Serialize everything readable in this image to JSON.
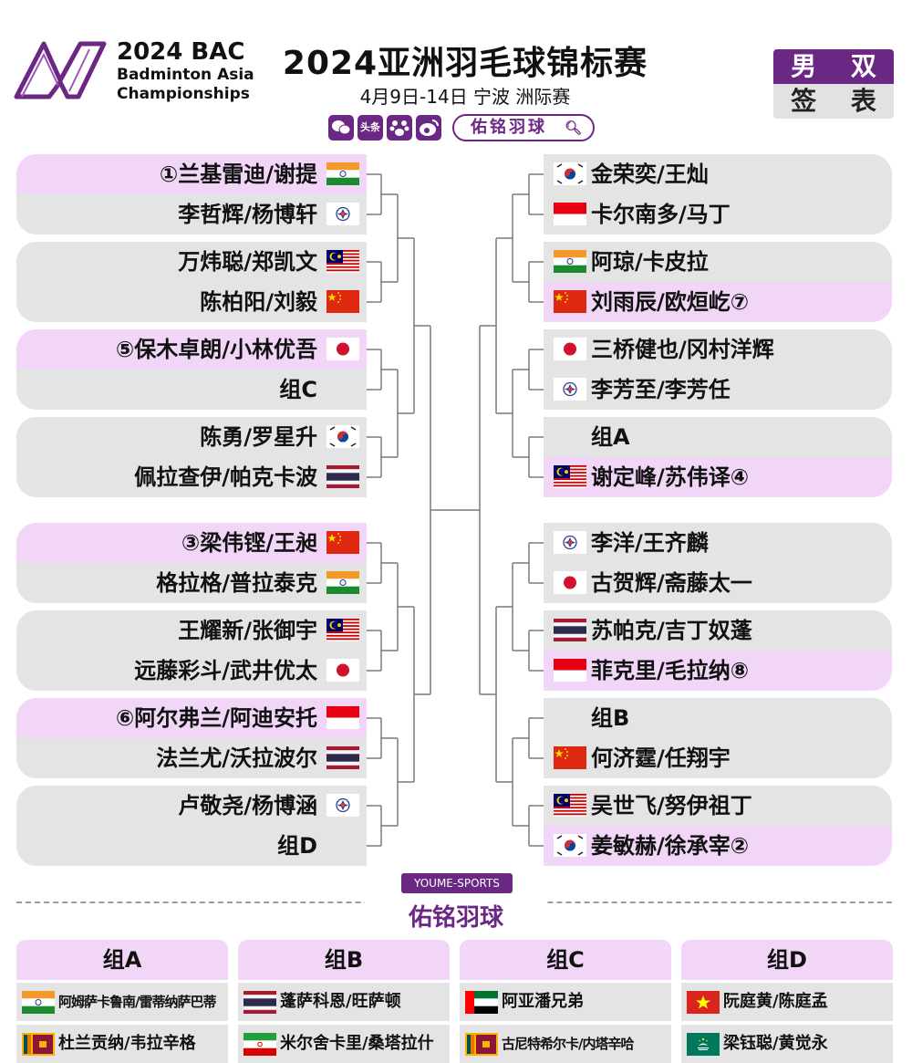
{
  "header": {
    "logo_year": "2024 BAC",
    "logo_line1": "Badminton Asia",
    "logo_line2": "Championships",
    "title": "2024亚洲羽毛球锦标赛",
    "subtitle": "4月9日-14日 宁波 洲际赛",
    "social_icons": [
      "wechat-icon",
      "toutiao-icon",
      "baidu-paw-icon",
      "weibo-icon"
    ],
    "toutiao_label": "头条",
    "brand_search": "佑铭羽球",
    "event_line1": "男 双",
    "event_line2": "签 表"
  },
  "colors": {
    "accent": "#6b2784",
    "seed_bg": "#f1d6f7",
    "row_bg": "#e4e4e4"
  },
  "draw": {
    "left": [
      {
        "name": "①兰基雷迪/谢提",
        "flag": "india",
        "seed": true
      },
      {
        "name": "李哲辉/杨博轩",
        "flag": "tpe",
        "seed": false
      },
      {
        "name": "万炜聪/郑凯文",
        "flag": "malaysia",
        "seed": false
      },
      {
        "name": "陈柏阳/刘毅",
        "flag": "china",
        "seed": false
      },
      {
        "name": "⑤保木卓朗/小林优吾",
        "flag": "japan",
        "seed": true
      },
      {
        "name": "组C",
        "flag": "",
        "seed": false
      },
      {
        "name": "陈勇/罗星升",
        "flag": "korea",
        "seed": false
      },
      {
        "name": "佩拉查伊/帕克卡波",
        "flag": "thailand",
        "seed": false
      },
      {
        "name": "③梁伟铿/王昶",
        "flag": "china",
        "seed": true
      },
      {
        "name": "格拉格/普拉泰克",
        "flag": "india",
        "seed": false
      },
      {
        "name": "王耀新/张御宇",
        "flag": "malaysia",
        "seed": false
      },
      {
        "name": "远藤彩斗/武井优太",
        "flag": "japan",
        "seed": false
      },
      {
        "name": "⑥阿尔弗兰/阿迪安托",
        "flag": "indonesia",
        "seed": true
      },
      {
        "name": "法兰尤/沃拉波尔",
        "flag": "thailand",
        "seed": false
      },
      {
        "name": "卢敬尧/杨博涵",
        "flag": "tpe",
        "seed": false
      },
      {
        "name": "组D",
        "flag": "",
        "seed": false
      }
    ],
    "right": [
      {
        "name": "金荣奕/王灿",
        "flag": "korea",
        "seed": false
      },
      {
        "name": "卡尔南多/马丁",
        "flag": "indonesia",
        "seed": false
      },
      {
        "name": "阿琼/卡皮拉",
        "flag": "india",
        "seed": false
      },
      {
        "name": "刘雨辰/欧烜屹⑦",
        "flag": "china",
        "seed": true
      },
      {
        "name": "三桥健也/冈村洋辉",
        "flag": "japan",
        "seed": false
      },
      {
        "name": "李芳至/李芳任",
        "flag": "tpe",
        "seed": false
      },
      {
        "name": "组A",
        "flag": "",
        "seed": false
      },
      {
        "name": "谢定峰/苏伟译④",
        "flag": "malaysia",
        "seed": true
      },
      {
        "name": "李洋/王齐麟",
        "flag": "tpe",
        "seed": false
      },
      {
        "name": "古贺辉/斋藤太一",
        "flag": "japan",
        "seed": false
      },
      {
        "name": "苏帕克/吉丁奴蓬",
        "flag": "thailand",
        "seed": false
      },
      {
        "name": "菲克里/毛拉纳⑧",
        "flag": "indonesia",
        "seed": true
      },
      {
        "name": "组B",
        "flag": "",
        "seed": false
      },
      {
        "name": "何济霆/任翔宇",
        "flag": "china",
        "seed": false
      },
      {
        "name": "吴世飞/努伊祖丁",
        "flag": "malaysia",
        "seed": false
      },
      {
        "name": "姜敏赫/徐承宰②",
        "flag": "korea",
        "seed": true
      }
    ]
  },
  "footer": {
    "sponsor_tag": "YOUME-SPORTS",
    "brand": "佑铭羽球",
    "groups": [
      {
        "title": "组A",
        "entries": [
          {
            "name": "阿姆萨卡鲁南/雷蒂纳萨巴蒂",
            "flag": "india"
          },
          {
            "name": "杜兰贡纳/韦拉辛格",
            "flag": "srilanka"
          }
        ]
      },
      {
        "title": "组B",
        "entries": [
          {
            "name": "蓬萨科恩/旺萨顿",
            "flag": "thailand"
          },
          {
            "name": "米尔舍卡里/桑塔拉什",
            "flag": "iran"
          }
        ]
      },
      {
        "title": "组C",
        "entries": [
          {
            "name": "阿亚潘兄弟",
            "flag": "uae"
          },
          {
            "name": "古尼特希尔卡/内塔辛哈",
            "flag": "srilanka"
          }
        ]
      },
      {
        "title": "组D",
        "entries": [
          {
            "name": "阮庭黄/陈庭孟",
            "flag": "vietnam"
          },
          {
            "name": "梁钰聪/黄觉永",
            "flag": "macau"
          }
        ]
      }
    ]
  }
}
